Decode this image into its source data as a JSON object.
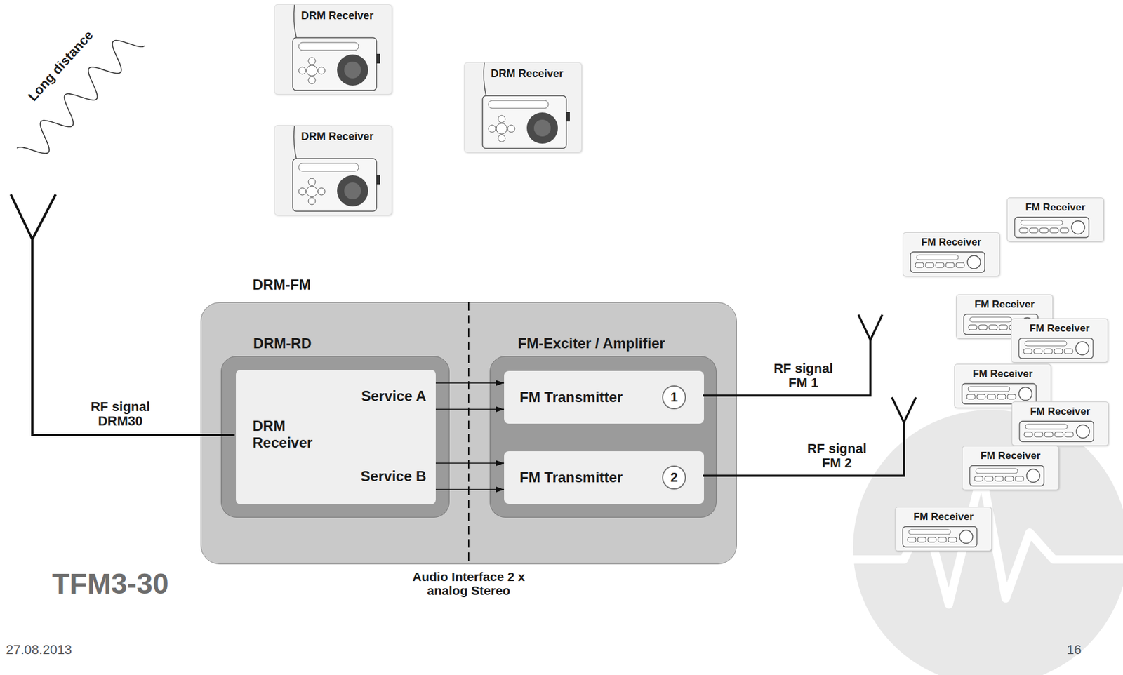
{
  "diagram": {
    "nodes": [
      {
        "text": [
          "DRM Receiver"
        ]
      },
      {
        "text": [
          "DRM Receiver"
        ]
      },
      {
        "text": [
          "DRM Receiver"
        ]
      },
      {
        "text": [
          "FM Receiver"
        ]
      },
      {
        "text": [
          "FM Receiver"
        ]
      },
      {
        "text": [
          "FM Receiver"
        ]
      },
      {
        "text": [
          "FM Receiver"
        ]
      },
      {
        "text": [
          "FM Receiver"
        ]
      },
      {
        "text": [
          "FM Receiver"
        ]
      },
      {
        "text": [
          "FM Receiver"
        ]
      },
      {
        "text": [
          "FM Receiver"
        ]
      },
      {
        "text": [
          "DRM-FM"
        ]
      },
      {
        "text": [
          "DRM-RD"
        ],
        "in": 11
      },
      {
        "text": [
          "DRM Receiver",
          "Service A",
          "Service B"
        ],
        "in": 12
      },
      {
        "text": [
          "FM-Exciter / Amplifier"
        ],
        "in": 11
      },
      {
        "text": [
          "FM Transmitter",
          "1"
        ],
        "in": 14
      },
      {
        "text": [
          "FM Transmitter",
          "2"
        ],
        "in": 14
      }
    ],
    "edges": [
      {
        "from": 13,
        "to": 15,
        "arrow": "to"
      },
      {
        "from": 13,
        "to": 15,
        "arrow": "to"
      },
      {
        "from": 13,
        "to": 16,
        "arrow": "to"
      },
      {
        "from": 13,
        "to": 16,
        "arrow": "to"
      }
    ],
    "labels": [
      "Long distance",
      "RF signal DRM30",
      "RF signal FM 1",
      "RF signal FM 2",
      "Audio Interface 2 x analog Stereo",
      "TFM3-30",
      "27.08.2013",
      "16"
    ]
  }
}
